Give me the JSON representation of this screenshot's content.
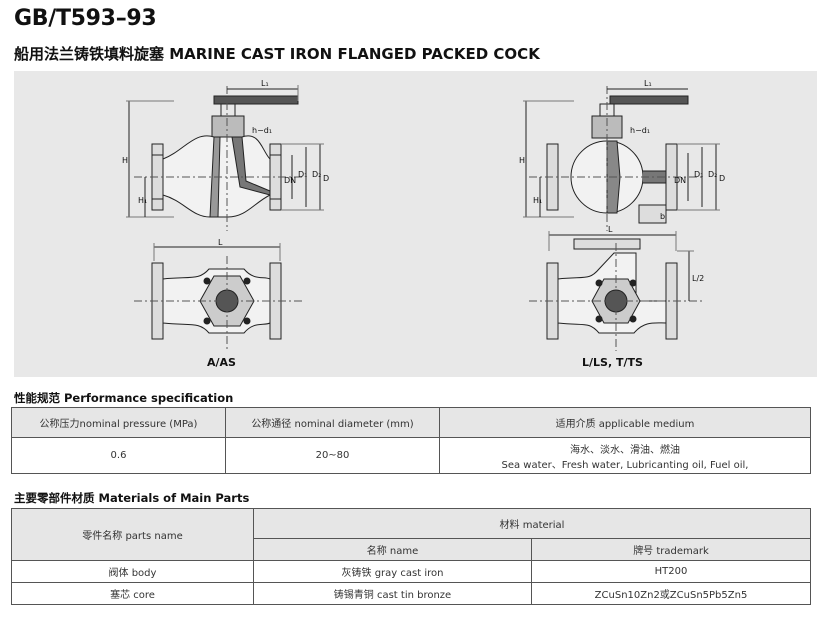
{
  "header": {
    "title": "GB/T593–93",
    "subtitle": "船用法兰铸铁填料旋塞 MARINE CAST IRON  FLANGED PACKED COCK"
  },
  "drawings": {
    "left_caption": "A/AS",
    "right_caption": "L/LS, T/TS",
    "dim_labels": {
      "L": "L",
      "L1": "L₁",
      "L2": "L/2",
      "H": "H",
      "H1": "H₁",
      "h_d1": "h−d₁",
      "DN": "DN",
      "D1": "D₁",
      "D2": "D₂",
      "D": "D",
      "b": "b"
    }
  },
  "performance": {
    "section_title": "性能规范 Performance specification",
    "headers": [
      "公称压力nominal pressure (MPa)",
      "公称通径 nominal diameter (mm)",
      "适用介质 applicable medium"
    ],
    "row": {
      "pressure": "0.6",
      "diameter": "20~80",
      "medium_cn": "海水、淡水、滑油、燃油",
      "medium_en": "Sea water、Fresh water, Lubricanting oil, Fuel oil,"
    }
  },
  "materials": {
    "section_title": "主要零部件材质 Materials of Main Parts",
    "col_part": "零件名称 parts name",
    "col_material": "材料  material",
    "col_name": "名称 name",
    "col_trademark": "牌号 trademark",
    "rows": [
      {
        "part": "阀体 body",
        "name": "灰铸铁 gray cast iron",
        "trademark": "HT200"
      },
      {
        "part": "塞芯 core",
        "name": "铸锡青铜 cast tin bronze",
        "trademark": "ZCuSn10Zn2或ZCuSn5Pb5Zn5"
      }
    ]
  }
}
